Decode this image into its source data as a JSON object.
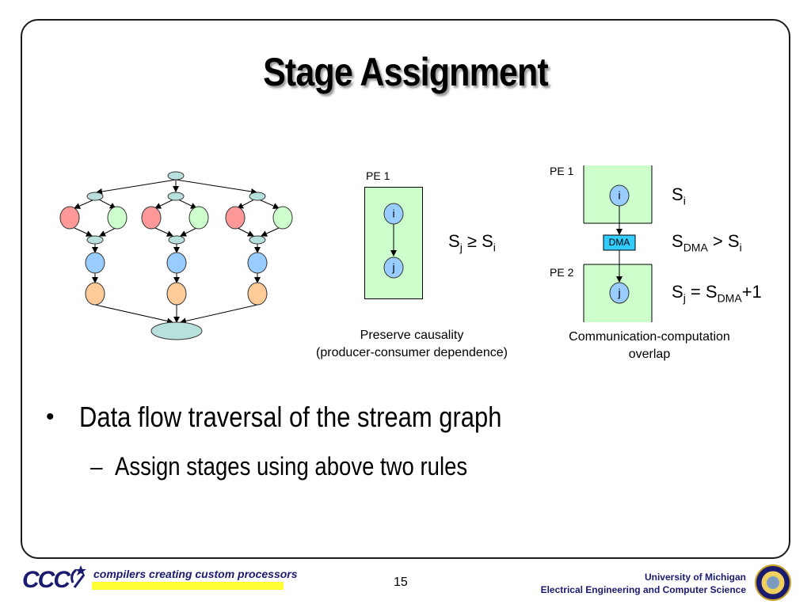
{
  "slide": {
    "title": "Stage Assignment",
    "page_number": "15"
  },
  "diagram_causality": {
    "pe_label": "PE 1",
    "node_i": "i",
    "node_j": "j",
    "rule_main": "S",
    "rule_sub_j": "j",
    "rule_op": " ≥ S",
    "rule_sub_i": "i",
    "caption_line1": "Preserve causality",
    "caption_line2": "(producer-consumer dependence)"
  },
  "diagram_overlap": {
    "pe1_label": "PE 1",
    "pe2_label": "PE 2",
    "node_i": "i",
    "node_j": "j",
    "dma_label": "DMA",
    "f1_main": "S",
    "f1_sub": "i",
    "f2_main": "S",
    "f2_sub": "DMA",
    "f2_op": " > S",
    "f2_sub2": "i",
    "f3_main": "S",
    "f3_sub": "j",
    "f3_op": " = S",
    "f3_sub2": "DMA",
    "f3_tail": "+1",
    "caption_line1": "Communication-computation",
    "caption_line2": "overlap"
  },
  "bullets": {
    "main": "Data flow traversal of the stream graph",
    "sub": "Assign stages using above two rules",
    "main_marker": "•",
    "sub_marker": "–"
  },
  "footer": {
    "logo_text": "CCC",
    "tagline": "compilers creating custom processors",
    "university": "University of Michigan",
    "department": "Electrical Engineering and Computer Science"
  },
  "colors": {
    "pe_fill": "#ccffcc",
    "dma_fill": "#33ccff",
    "node_blue": "#99ccff",
    "node_red": "#ff9999",
    "node_green": "#ccffcc",
    "node_orange": "#ffcc99",
    "node_teal": "#b8e0dc",
    "footer_navy": "#1a1a6e",
    "tagline_bar": "#ffff33"
  }
}
